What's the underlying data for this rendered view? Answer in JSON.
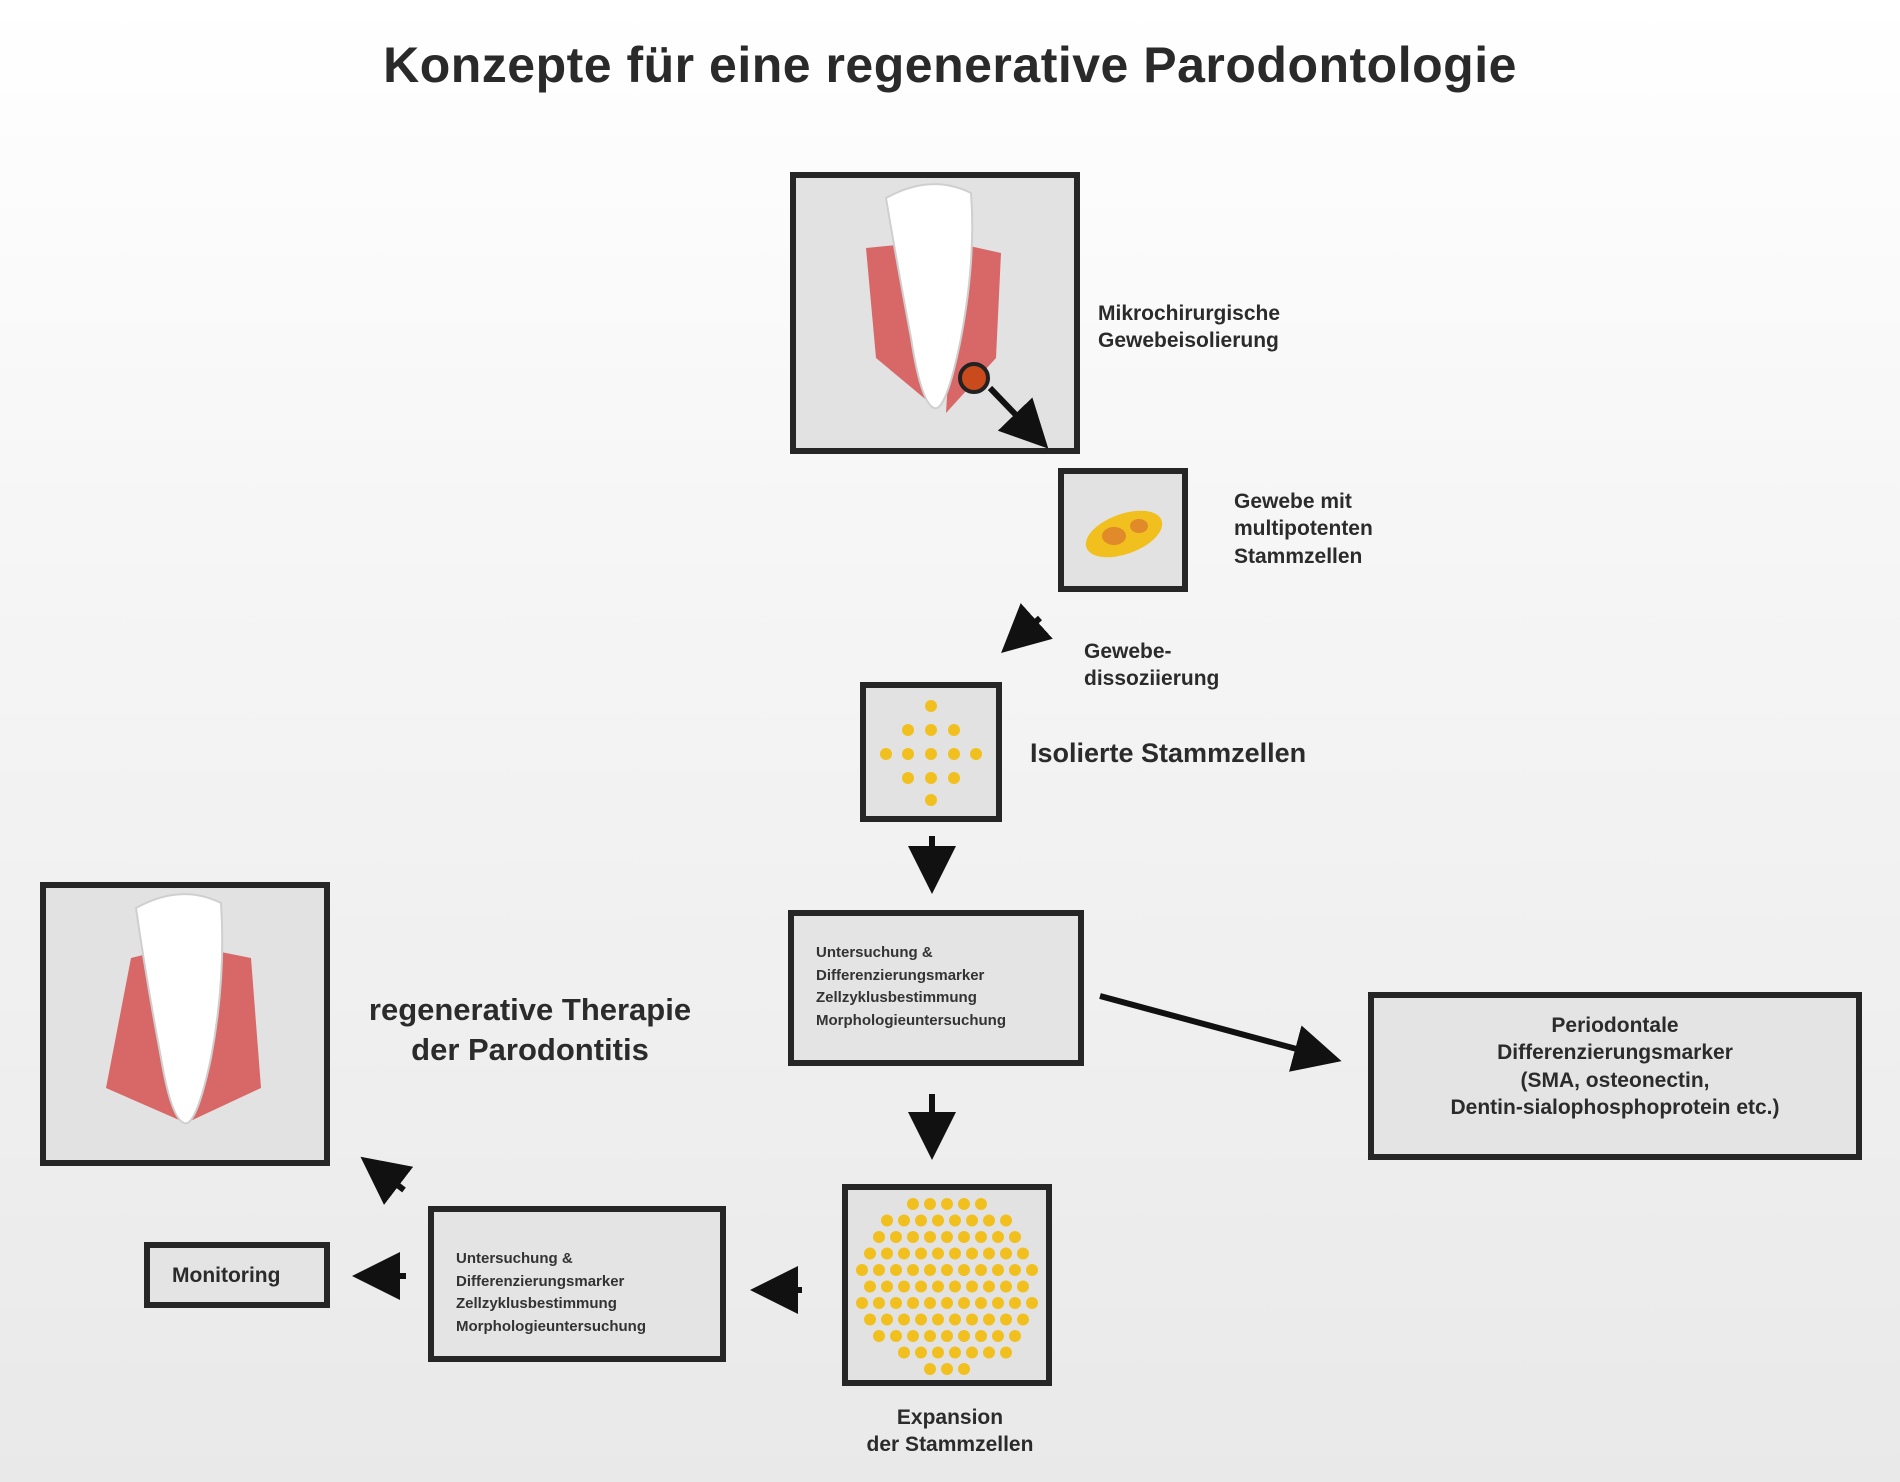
{
  "title": "Konzepte für eine regenerative Parodontologie",
  "labels": {
    "isolation": [
      "Mikrochirurgische",
      "Gewebeisolierung"
    ],
    "tissue": [
      "Gewebe mit",
      "multipotenten",
      "Stammzellen"
    ],
    "dissociation": [
      "Gewebe-",
      "dissoziierung"
    ],
    "isolated_cells": "Isolierte Stammzellen",
    "markers": [
      "Periodontale",
      "Differenzierungsmarker",
      "(SMA, osteonectin,",
      "Dentin-sialophosphoprotein etc.)"
    ],
    "expansion": [
      "Expansion",
      "der Stammzellen"
    ],
    "therapy": [
      "regenerative Therapie",
      "der Parodontitis"
    ],
    "monitoring": "Monitoring"
  },
  "analysis_list": [
    "Untersuchung &",
    "Differenzierungsmarker",
    "Zellzyklusbestimmung",
    "Morphologieuntersuchung"
  ],
  "colors": {
    "frame": "#262626",
    "gum": "#d86868",
    "tooth": "#ffffff",
    "cell": "#f2c01e",
    "arrow": "#111111"
  },
  "icons": {
    "tooth_top": "tooth-with-gum-icon",
    "tooth_result": "healed-tooth-icon",
    "tissue_sample": "tissue-sample-icon",
    "cells": "stem-cell-dots-icon"
  }
}
